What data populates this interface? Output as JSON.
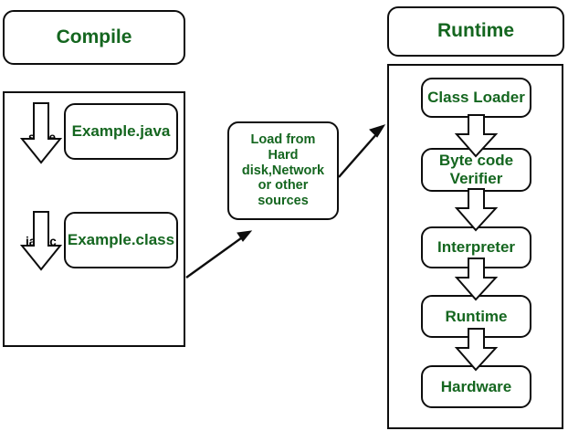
{
  "diagram": {
    "title_compile": "Compile",
    "title_runtime": "Runtime",
    "compile_section": {
      "files": [
        {
          "label": "Example.java"
        },
        {
          "label": "Example.class"
        }
      ],
      "step_labels": [
        {
          "label": "save"
        },
        {
          "label": "javac"
        }
      ]
    },
    "load_node": {
      "label": "Load from Hard disk,Network or other sources"
    },
    "runtime_section": {
      "nodes": [
        {
          "label": "Class Loader"
        },
        {
          "label": "Byte code Verifier"
        },
        {
          "label": "Interpreter"
        },
        {
          "label": "Runtime"
        },
        {
          "label": "Hardware"
        }
      ]
    },
    "colors": {
      "text_green": "#14661f",
      "stroke_black": "#0d0d0d",
      "background": "#ffffff",
      "label_black": "#000000"
    }
  }
}
